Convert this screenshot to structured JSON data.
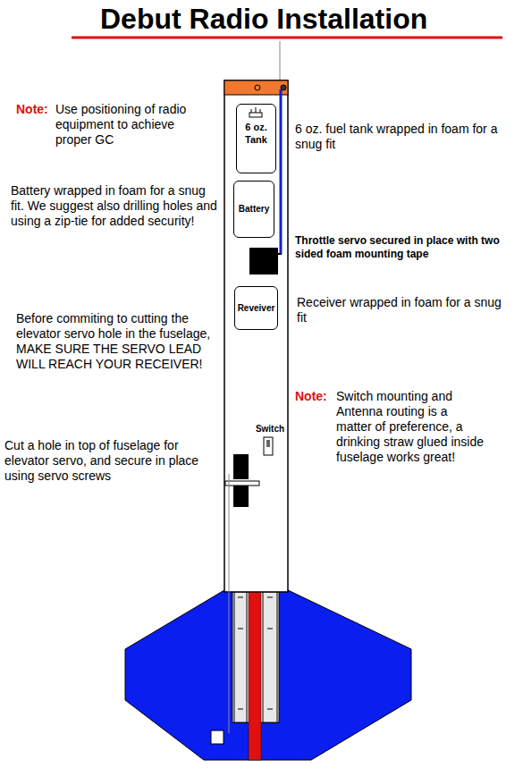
{
  "diagram": {
    "title": "Debut Radio Installation",
    "nodes": [
      {
        "text": [
          "6 oz. Tank"
        ]
      },
      {
        "text": [
          "Battery"
        ]
      },
      {
        "text": [
          "Reveiver"
        ]
      },
      {
        "text": [
          "Switch"
        ]
      }
    ],
    "labels": [
      "Note:",
      "Use positioning of radio equipment to achieve proper GC",
      "6 oz. fuel tank wrapped in foam for a snug fit",
      "Battery wrapped in foam for a snug fit. We suggest also drilling holes and using a zip-tie for added security!",
      "Throttle servo secured in place with two sided foam mounting tape",
      "Receiver wrapped in foam for a snug fit",
      "Before commiting to cutting the elevator servo hole in the fuselage, MAKE SURE THE SERVO LEAD WILL REACH YOUR RECEIVER!",
      "Note:",
      "Switch mounting and Antenna routing is a matter of preference, a drinking straw glued inside fuselage works great!",
      "Cut a hole in top of fuselage for elevator servo, and secure in place using servo screws"
    ]
  }
}
